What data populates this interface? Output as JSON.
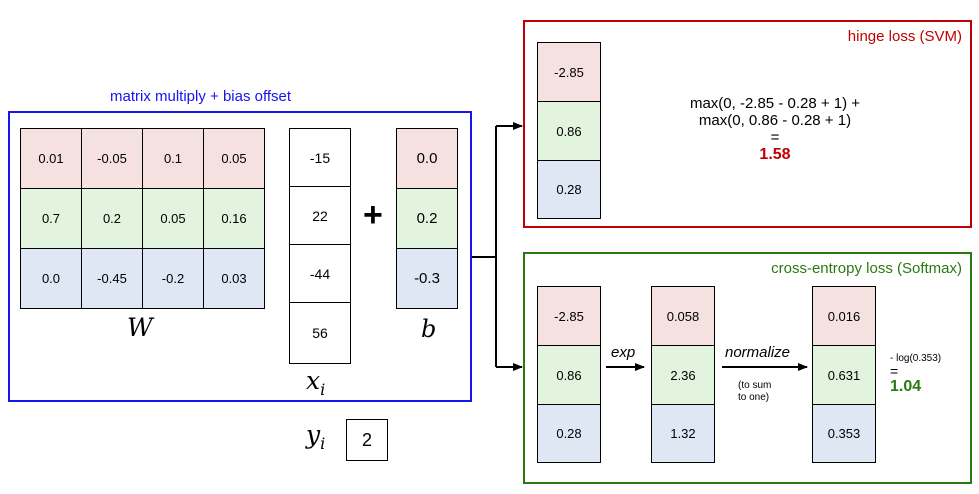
{
  "linear": {
    "title": "matrix multiply + bias offset",
    "W": [
      [
        "0.01",
        "-0.05",
        "0.1",
        "0.05"
      ],
      [
        "0.7",
        "0.2",
        "0.05",
        "0.16"
      ],
      [
        "0.0",
        "-0.45",
        "-0.2",
        "0.03"
      ]
    ],
    "W_label": "W",
    "x": [
      "-15",
      "22",
      "-44",
      "56"
    ],
    "x_label": "x",
    "x_sub": "i",
    "plus": "+",
    "b": [
      "0.0",
      "0.2",
      "-0.3"
    ],
    "b_label": "b",
    "y_label": "y",
    "y_sub": "i",
    "y_value": "2"
  },
  "svm": {
    "title": "hinge loss (SVM)",
    "scores": [
      "-2.85",
      "0.86",
      "0.28"
    ],
    "line1": "max(0, -2.85 - 0.28 + 1) +",
    "line2": "max(0, 0.86 - 0.28 + 1)",
    "equals": "=",
    "result": "1.58"
  },
  "softmax": {
    "title": "cross-entropy loss (Softmax)",
    "scores": [
      "-2.85",
      "0.86",
      "0.28"
    ],
    "exp_label": "exp",
    "exp_values": [
      "0.058",
      "2.36",
      "1.32"
    ],
    "normalize_label": "normalize",
    "normalize_note_1": "(to sum",
    "normalize_note_2": "to one)",
    "probs": [
      "0.016",
      "0.631",
      "0.353"
    ],
    "log_text": "- log(0.353)",
    "equals": "=",
    "result": "1.04"
  },
  "colors": {
    "blue_frame": "#1515ee",
    "red_frame": "#c00000",
    "green_frame": "#2a7a14",
    "row_red": "#f6e1e1",
    "row_green": "#e3f4de",
    "row_blue": "#dfe6f4"
  }
}
